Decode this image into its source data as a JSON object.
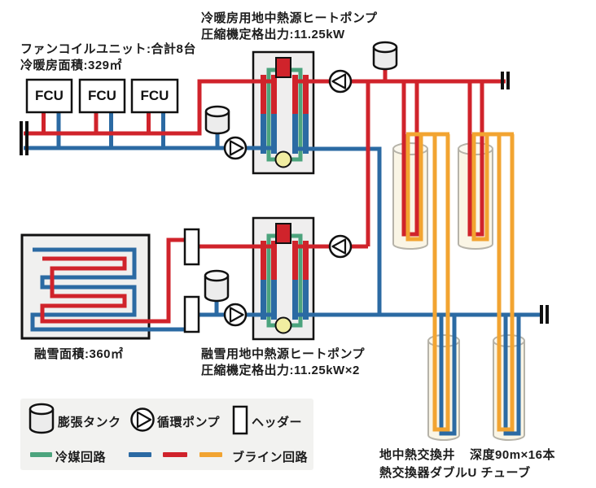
{
  "colors": {
    "red": "#d0232b",
    "blue": "#2b6aa3",
    "green": "#4ca47d",
    "orange": "#f2a431"
  },
  "fan_coil": {
    "info_line1": "ファンコイルユニット:合計8台",
    "info_line2": "冷暖房面積:329㎡",
    "unit_label": "FCU"
  },
  "heat_pump_top": {
    "line1": "冷暖房用地中熱源ヒートポンプ",
    "line2": "圧縮機定格出力:11.25kW"
  },
  "heat_pump_bottom": {
    "line1": "融雪用地中熱源ヒートポンプ",
    "line2": "圧縮機定格出力:11.25kW×2"
  },
  "snow_melt": {
    "area_label": "融雪面積:360㎡"
  },
  "boreholes": {
    "name": "地中熱交換井",
    "depth": "深度90m×16本",
    "tube_type": "熱交換器ダブルU チューブ"
  },
  "legend": {
    "expansion_tank": "膨張タンク",
    "circulation_pump": "循環ポンプ",
    "header": "ヘッダー",
    "refrigerant_circuit": "冷媒回路",
    "brine_circuit": "ブライン回路"
  }
}
